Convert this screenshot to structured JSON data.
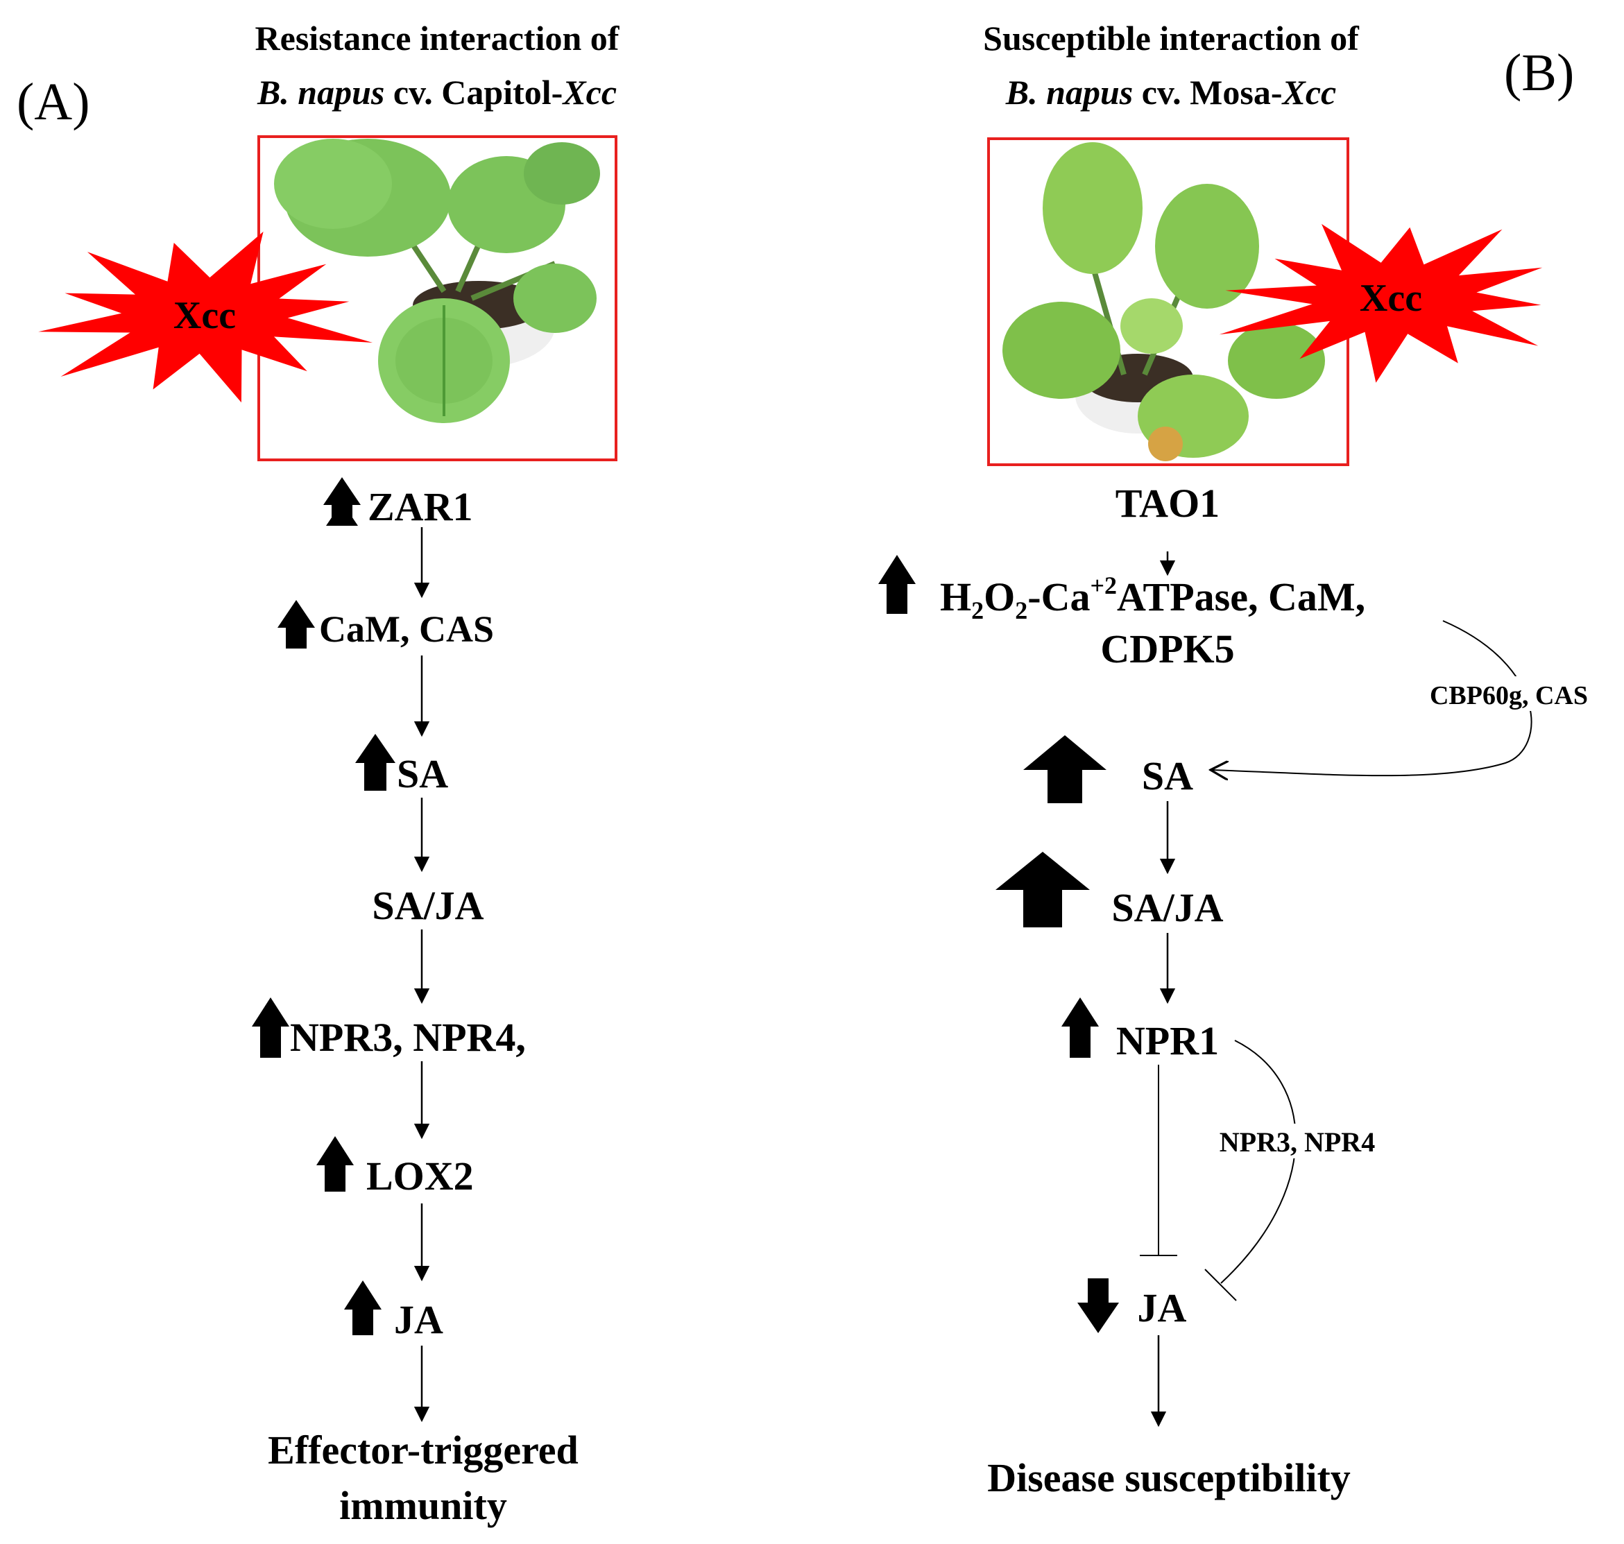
{
  "panel_a": {
    "label": "(A)",
    "title_line1": "Resistance interaction of",
    "title_species": "B. napus",
    "title_cv": " cv. Capitol-",
    "title_pathogen": "Xcc",
    "burst_label": "Xcc",
    "nodes": {
      "zar1": "ZAR1",
      "cam_cas": "CaM, CAS",
      "sa": "SA",
      "sa_ja": "SA/JA",
      "npr34": "NPR3, NPR4,",
      "lox2": "LOX2",
      "ja": "JA"
    },
    "outcome_line1": "Effector-triggered",
    "outcome_line2": "immunity"
  },
  "panel_b": {
    "label": "(B)",
    "title_line1": "Susceptible interaction of",
    "title_species": "B. napus",
    "title_cv": " cv. Mosa-",
    "title_pathogen": "Xcc",
    "burst_label": "Xcc",
    "nodes": {
      "tao1": "TAO1",
      "h2o2_h": "H",
      "h2o2_sub2": "2",
      "h2o2_o": "O",
      "h2o2_sub2b": "2",
      "h2o2_ca": "-Ca",
      "h2o2_sup": "+2",
      "h2o2_rest": "ATPase, CaM,",
      "cdpk5": "CDPK5",
      "sa": "SA",
      "sa_ja": "SA/JA",
      "npr1": "NPR1",
      "ja": "JA"
    },
    "side_label_cbp": "CBP60g, CAS",
    "side_label_npr": "NPR3, NPR4",
    "outcome": "Disease susceptibility"
  },
  "colors": {
    "frame": "#e8201f",
    "burst": "#ff0000",
    "text": "#000000",
    "leaf": "#7cc35a",
    "leaf_dark": "#4e9a36",
    "soil": "#3b2f25"
  }
}
